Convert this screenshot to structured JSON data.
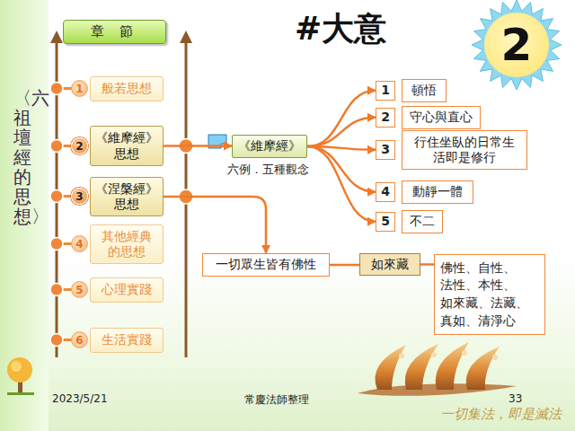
{
  "diagram": {
    "title": "#大意",
    "nodes": [
      {
        "text": [
          "章 節"
        ]
      },
      {
        "text": [
          "2"
        ]
      },
      {
        "text": [
          "1"
        ]
      },
      {
        "text": [
          "般若思想"
        ]
      },
      {
        "text": [
          "2"
        ]
      },
      {
        "text": [
          "《維摩經》 思想"
        ]
      },
      {
        "text": [
          "3"
        ]
      },
      {
        "text": [
          "《涅槃經》 思想"
        ]
      },
      {
        "text": [
          "4"
        ]
      },
      {
        "text": [
          "其他經典 的思想"
        ]
      },
      {
        "text": [
          "5"
        ]
      },
      {
        "text": [
          "心理實踐"
        ]
      },
      {
        "text": [
          "6"
        ]
      },
      {
        "text": [
          "生活實踐"
        ]
      },
      {
        "text": [
          "《維摩經》"
        ]
      },
      {
        "text": [
          "1"
        ]
      },
      {
        "text": [
          "頓悟"
        ]
      },
      {
        "text": [
          "2"
        ]
      },
      {
        "text": [
          "守心與直心"
        ]
      },
      {
        "text": [
          "3"
        ]
      },
      {
        "text": [
          "行住坐臥的日常生 活即是修行"
        ]
      },
      {
        "text": [
          "4"
        ]
      },
      {
        "text": [
          "動靜一體"
        ]
      },
      {
        "text": [
          "5"
        ]
      },
      {
        "text": [
          "不二"
        ]
      },
      {
        "text": [
          "一切眾生皆有佛性"
        ]
      },
      {
        "text": [
          "如來藏"
        ]
      },
      {
        "text": [
          "佛性、自性、 法性、本性、 如來藏、法藏、 真如、清淨心"
        ]
      }
    ],
    "edges": [
      {
        "from": 5,
        "to": 14,
        "arrow": "to"
      },
      {
        "from": 14,
        "to": 15,
        "arrow": "to"
      },
      {
        "from": 14,
        "to": 17,
        "arrow": "to"
      },
      {
        "from": 14,
        "to": 19,
        "arrow": "to"
      },
      {
        "from": 14,
        "to": 21,
        "arrow": "to"
      },
      {
        "from": 14,
        "to": 23,
        "arrow": "to"
      },
      {
        "from": 7,
        "to": 25,
        "arrow": "to"
      },
      {
        "from": 25,
        "to": 26,
        "arrow": "none"
      },
      {
        "from": 26,
        "to": 27,
        "arrow": "none"
      }
    ],
    "labels": [
      "〈六祖壇經的思想〉",
      "六例．五種觀念",
      "2023/5/21",
      "常慶法師整理",
      "33",
      "一切集法，即是滅法"
    ]
  }
}
